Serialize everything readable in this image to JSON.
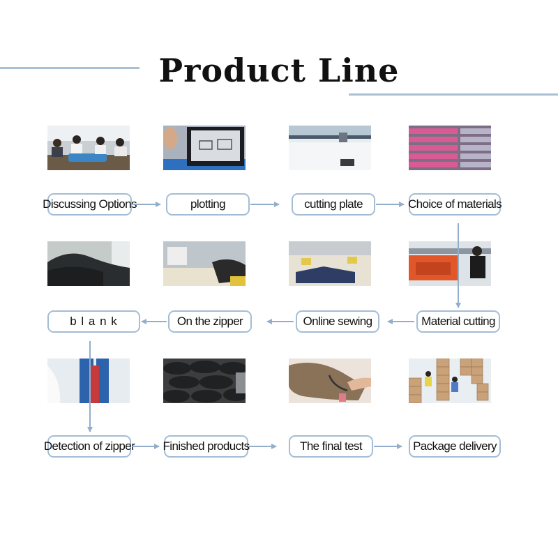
{
  "header": {
    "title": "Product Line"
  },
  "colors": {
    "accent": "#a4bdd5",
    "arrow": "#93aeca",
    "text": "#111111"
  },
  "steps": [
    {
      "label": "Discussing Options",
      "photo": "meeting-photo"
    },
    {
      "label": "plotting",
      "photo": "monitor-photo"
    },
    {
      "label": "cutting plate",
      "photo": "cutting-table-photo"
    },
    {
      "label": "Choice of materials",
      "photo": "fabric-rolls-photo"
    },
    {
      "label": "Material cutting",
      "photo": "cutting-machine-photo"
    },
    {
      "label": "Online sewing",
      "photo": "sewing-table-photo"
    },
    {
      "label": "On the zipper",
      "photo": "zipper-sewing-photo"
    },
    {
      "label": "b l a n k",
      "photo": "blank-pile-photo"
    },
    {
      "label": "Detection of zipper",
      "photo": "zipper-test-photo"
    },
    {
      "label": "Finished products",
      "photo": "finished-pile-photo"
    },
    {
      "label": "The final test",
      "photo": "case-inspection-photo"
    },
    {
      "label": "Package delivery",
      "photo": "boxes-photo"
    }
  ]
}
